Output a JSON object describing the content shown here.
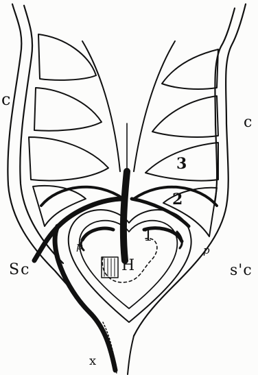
{
  "figure": {
    "labels": {
      "c_left": "c",
      "c_right": "c",
      "arch_3": "3",
      "arch_2": "2",
      "arch_1": "1",
      "p_left": "p",
      "p_right": "p",
      "heart": "H",
      "sc_left": "Sc",
      "sc_right": "s'c",
      "x": "x"
    },
    "colors": {
      "ink": "#111111",
      "paper": "#fcfcfb"
    }
  }
}
